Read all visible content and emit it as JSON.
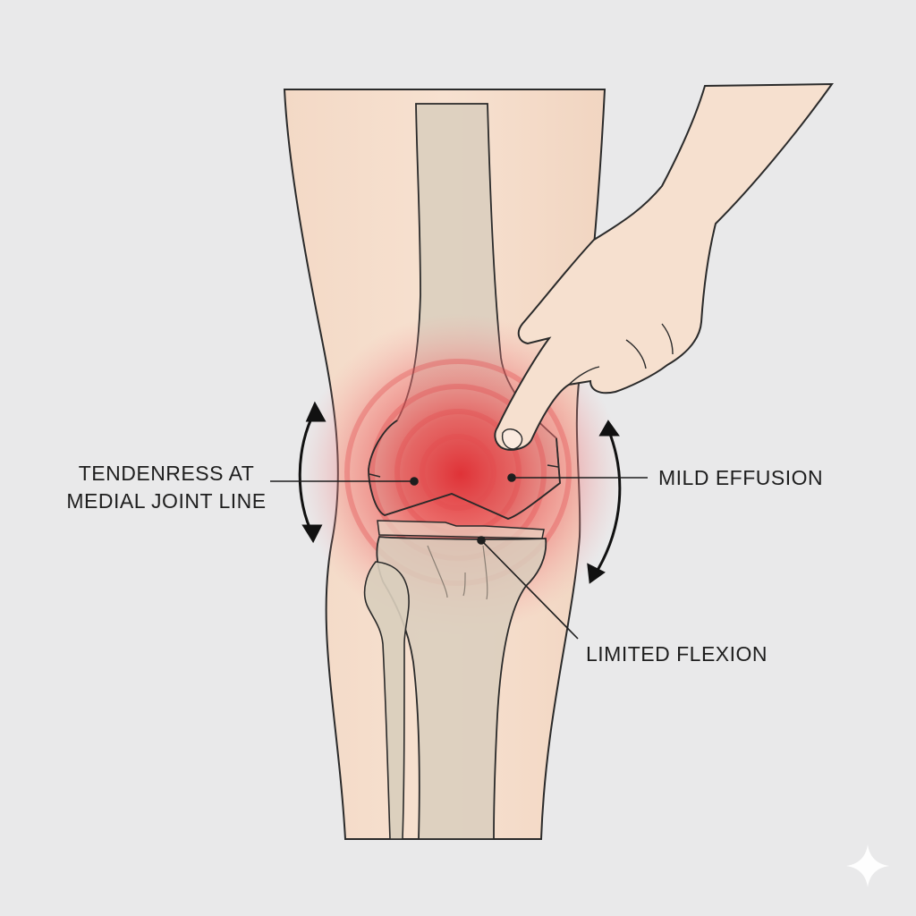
{
  "annotations": {
    "tenderness": {
      "line1": "TENDENRESS AT",
      "line2": "MEDIAL JOINT LINE"
    },
    "effusion": "MILD EFFUSION",
    "flexion": "LIMITED FLEXION"
  },
  "colors": {
    "background": "#e9e9ea",
    "skin": "#f5dcc8",
    "bone": "#d9cebd",
    "inflammation": "#e0383c",
    "outline": "#2a2a2a"
  },
  "icons": {
    "watermark": "sparkle-icon",
    "range_of_motion": "curved-double-arrow-icon"
  }
}
